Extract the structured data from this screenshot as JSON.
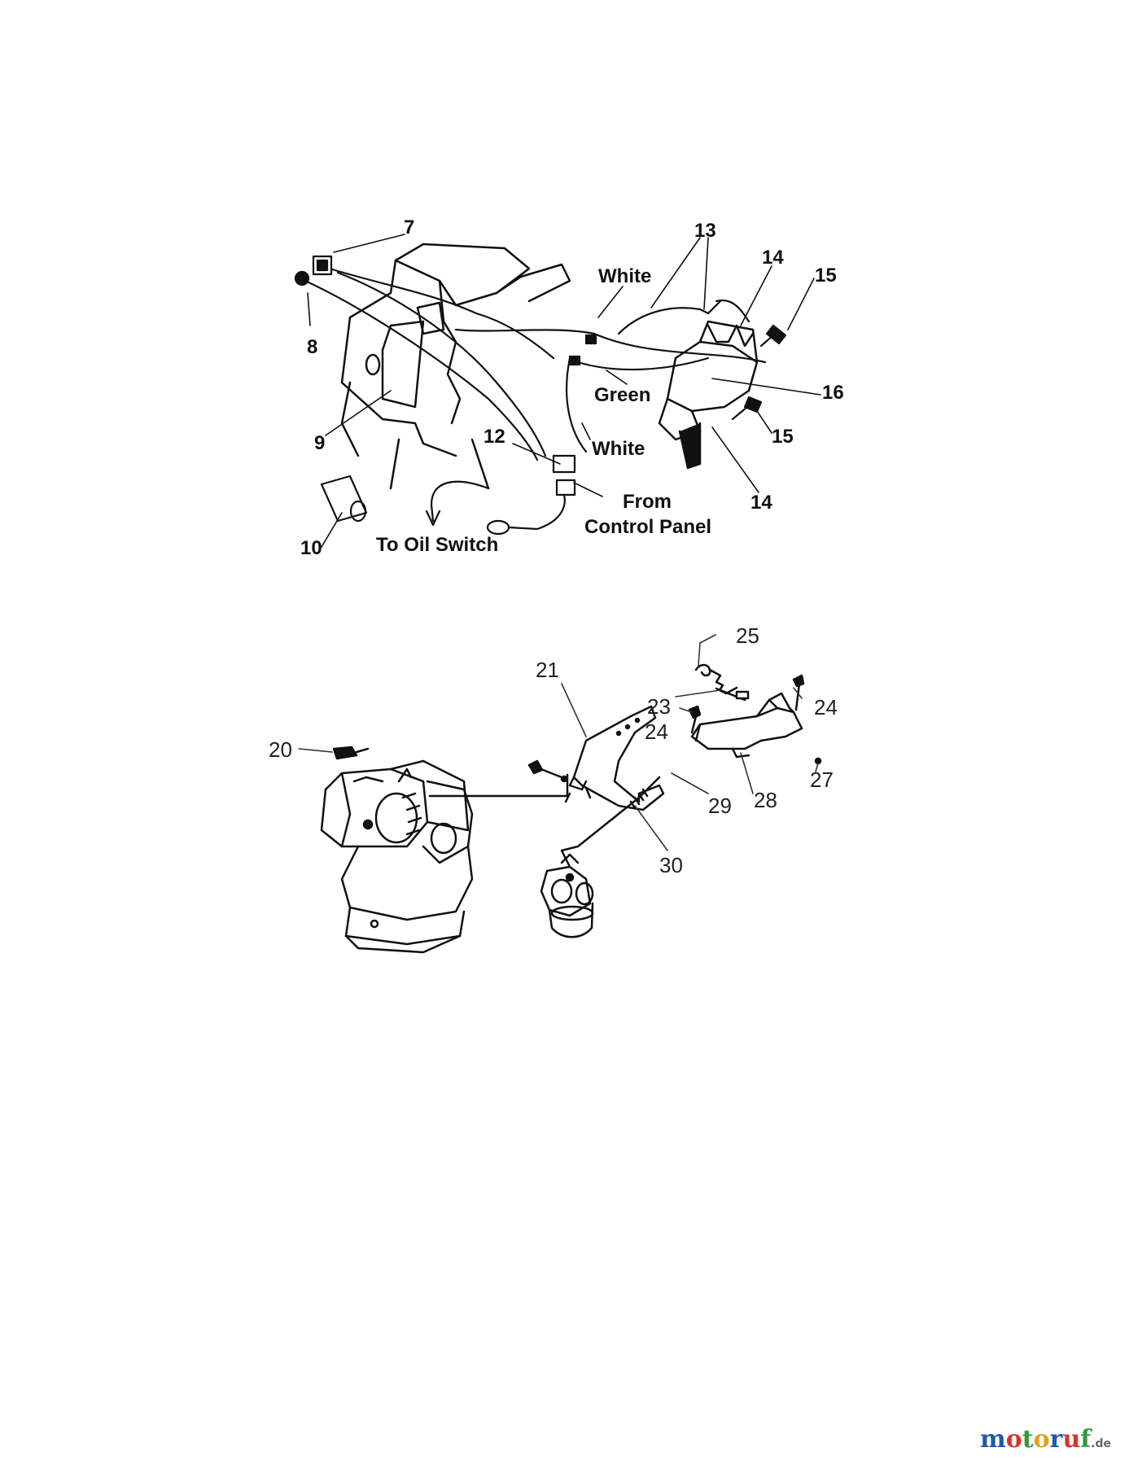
{
  "top_diagram": {
    "callouts": [
      "7",
      "8",
      "9",
      "10",
      "12",
      "13",
      "14",
      "14",
      "15",
      "15",
      "16"
    ],
    "wire_labels": [
      "White",
      "Green",
      "White",
      "From",
      "Control Panel",
      "To Oil Switch"
    ]
  },
  "bottom_diagram": {
    "callouts": [
      "20",
      "21",
      "23",
      "24",
      "24",
      "25",
      "27",
      "28",
      "29",
      "30"
    ]
  },
  "watermark": {
    "letters": [
      "m",
      "o",
      "t",
      "o",
      "r",
      "u",
      "f"
    ],
    "letter_colors": [
      "#1f5aa8",
      "#d6342c",
      "#2e9a3c",
      "#e0a21b",
      "#1f5aa8",
      "#d6342c",
      "#2e9a3c"
    ],
    "suffix": ".de"
  }
}
